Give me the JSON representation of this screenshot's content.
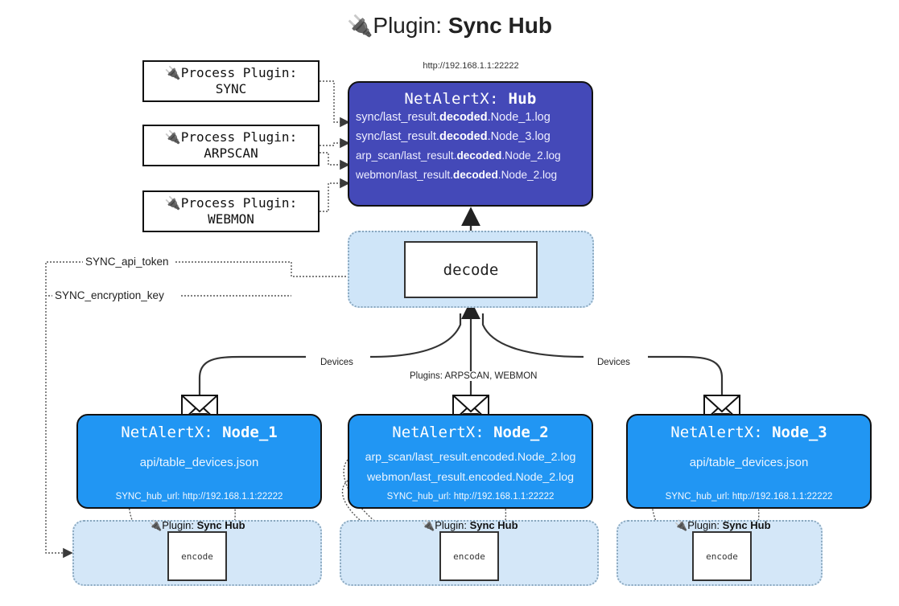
{
  "header": {
    "icon": "plug-icon",
    "prefix": "Plugin: ",
    "title": "Sync Hub",
    "hub_url": "http://192.168.1.1:22222"
  },
  "process_plugins": [
    {
      "caption": "Process Plugin:",
      "name": "SYNC"
    },
    {
      "caption": "Process Plugin:",
      "name": "ARPSCAN"
    },
    {
      "caption": "Process Plugin:",
      "name": "WEBMON"
    }
  ],
  "hub": {
    "title_prefix": "NetAlertX: ",
    "title_name": "Hub",
    "lines": [
      {
        "pre": "sync/last_result.",
        "strong": "decoded",
        "post": ".Node_1.log"
      },
      {
        "pre": "sync/last_result.",
        "strong": "decoded",
        "post": ".Node_3.log"
      },
      {
        "pre": "arp_scan/last_result.",
        "strong": "decoded",
        "post": ".Node_2.log"
      },
      {
        "pre": "webmon/last_result.",
        "strong": "decoded",
        "post": ".Node_2.log"
      }
    ]
  },
  "decode": {
    "label": "decode"
  },
  "secrets": [
    {
      "label": "SYNC_api_token"
    },
    {
      "label": "SYNC_encryption_key"
    }
  ],
  "edge_labels": {
    "left": "Devices",
    "center": "Plugins: ARPSCAN, WEBMON",
    "right": "Devices"
  },
  "nodes": [
    {
      "title_prefix": "NetAlertX: ",
      "title_name": "Node_1",
      "lines": [
        "api/table_devices.json"
      ],
      "url_label": "SYNC_hub_url: http://192.168.1.1:22222",
      "icon": "envelope-icon"
    },
    {
      "title_prefix": "NetAlertX: ",
      "title_name": "Node_2",
      "lines": [
        "arp_scan/last_result.encoded.Node_2.log",
        "webmon/last_result.encoded.Node_2.log"
      ],
      "url_label": "SYNC_hub_url: http://192.168.1.1:22222",
      "icon": "envelope-icon"
    },
    {
      "title_prefix": "NetAlertX: ",
      "title_name": "Node_3",
      "lines": [
        "api/table_devices.json"
      ],
      "url_label": "SYNC_hub_url: http://192.168.1.1:22222",
      "icon": "envelope-icon"
    }
  ],
  "plugin_containers": [
    {
      "caption_prefix": "Plugin: ",
      "caption_name": "Sync Hub",
      "encode_label": "encode",
      "icon": "plug-icon"
    },
    {
      "caption_prefix": "Plugin: ",
      "caption_name": "Sync Hub",
      "encode_label": "encode",
      "icon": "plug-icon"
    },
    {
      "caption_prefix": "Plugin: ",
      "caption_name": "Sync Hub",
      "encode_label": "encode",
      "icon": "plug-icon"
    }
  ],
  "colors": {
    "hub_fill": "#4449b8",
    "node_fill": "#2196f3",
    "container_fill": "#d4e7f8",
    "decode_fill": "#cfe5f8",
    "stroke": "#111111"
  }
}
